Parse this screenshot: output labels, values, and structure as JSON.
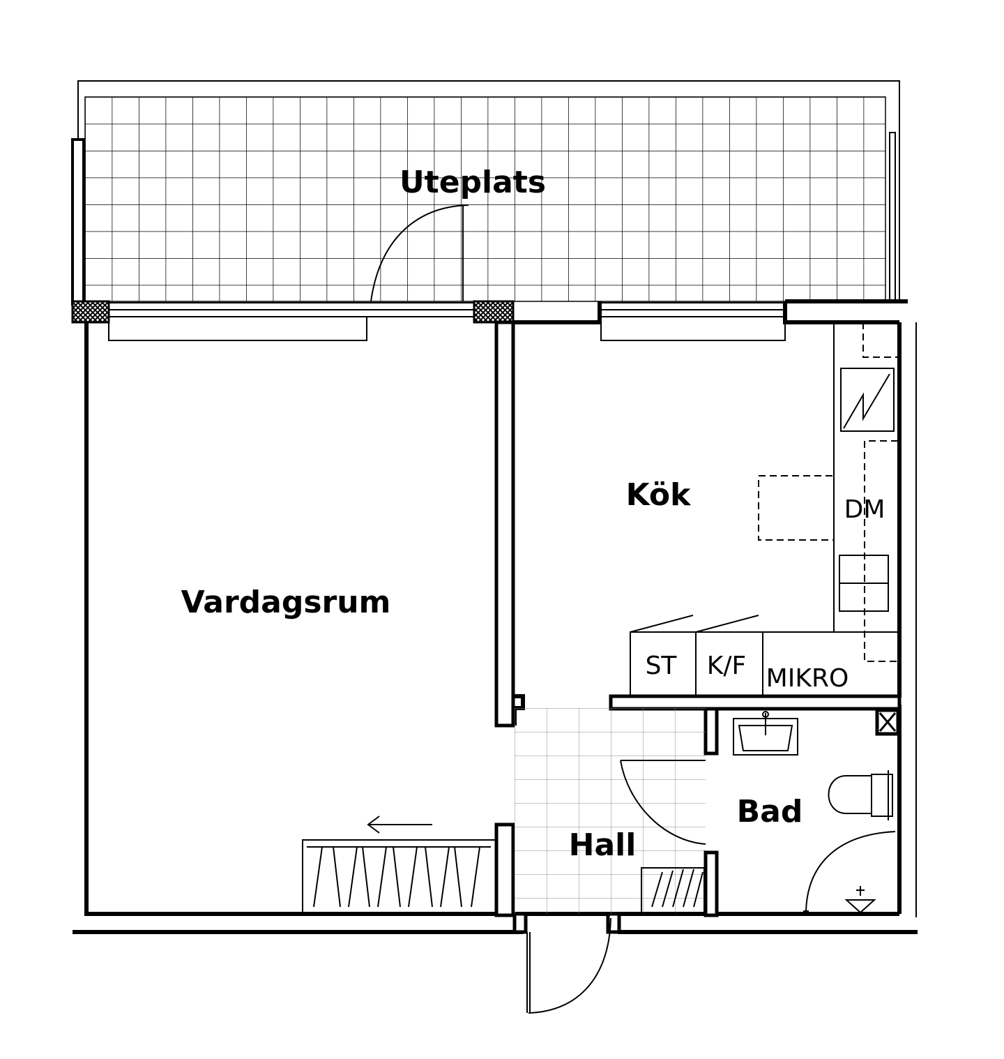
{
  "rooms": {
    "uteplats": "Uteplats",
    "vardagsrum": "Vardagsrum",
    "kok": "Kök",
    "hall": "Hall",
    "bad": "Bad"
  },
  "appliances": {
    "dm": "DM",
    "st": "ST",
    "kf": "K/F",
    "mikro": "MIKRO"
  }
}
